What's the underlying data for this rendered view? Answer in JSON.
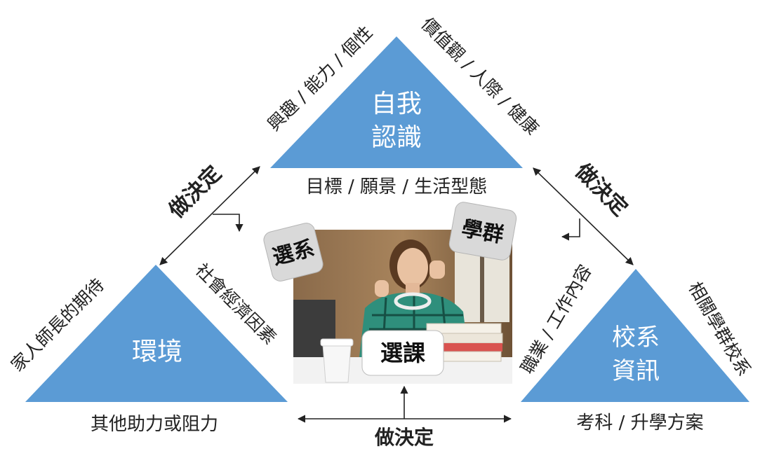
{
  "triangles": {
    "self": {
      "line1": "自我",
      "line2": "認識",
      "color": "#5b9bd5"
    },
    "env": {
      "label": "環境",
      "color": "#5b9bd5"
    },
    "school": {
      "line1": "校系",
      "line2": "資訊",
      "color": "#5b9bd5"
    }
  },
  "captions": {
    "self_bottom": "目標 / 願景 / 生活型態",
    "env_bottom": "其他助力或阻力",
    "school_bottom": "考科 / 升學方案"
  },
  "side_labels": {
    "self_left": "興趣 / 能力 / 個性",
    "self_right": "價值觀 / 人際 / 健康",
    "env_left": "家人師長的期待",
    "env_right": "社會經濟因素",
    "school_left": "職業 / 工作內容",
    "school_right": "相關學群校系"
  },
  "decisions": {
    "left": "做決定",
    "right": "做決定",
    "bottom": "做決定"
  },
  "bubbles": {
    "major": "選系",
    "group": "學群",
    "course": "選課"
  },
  "colors": {
    "triangle": "#5b9bd5",
    "bubble_bg": "#d9d9d9",
    "arrow": "#222222"
  }
}
